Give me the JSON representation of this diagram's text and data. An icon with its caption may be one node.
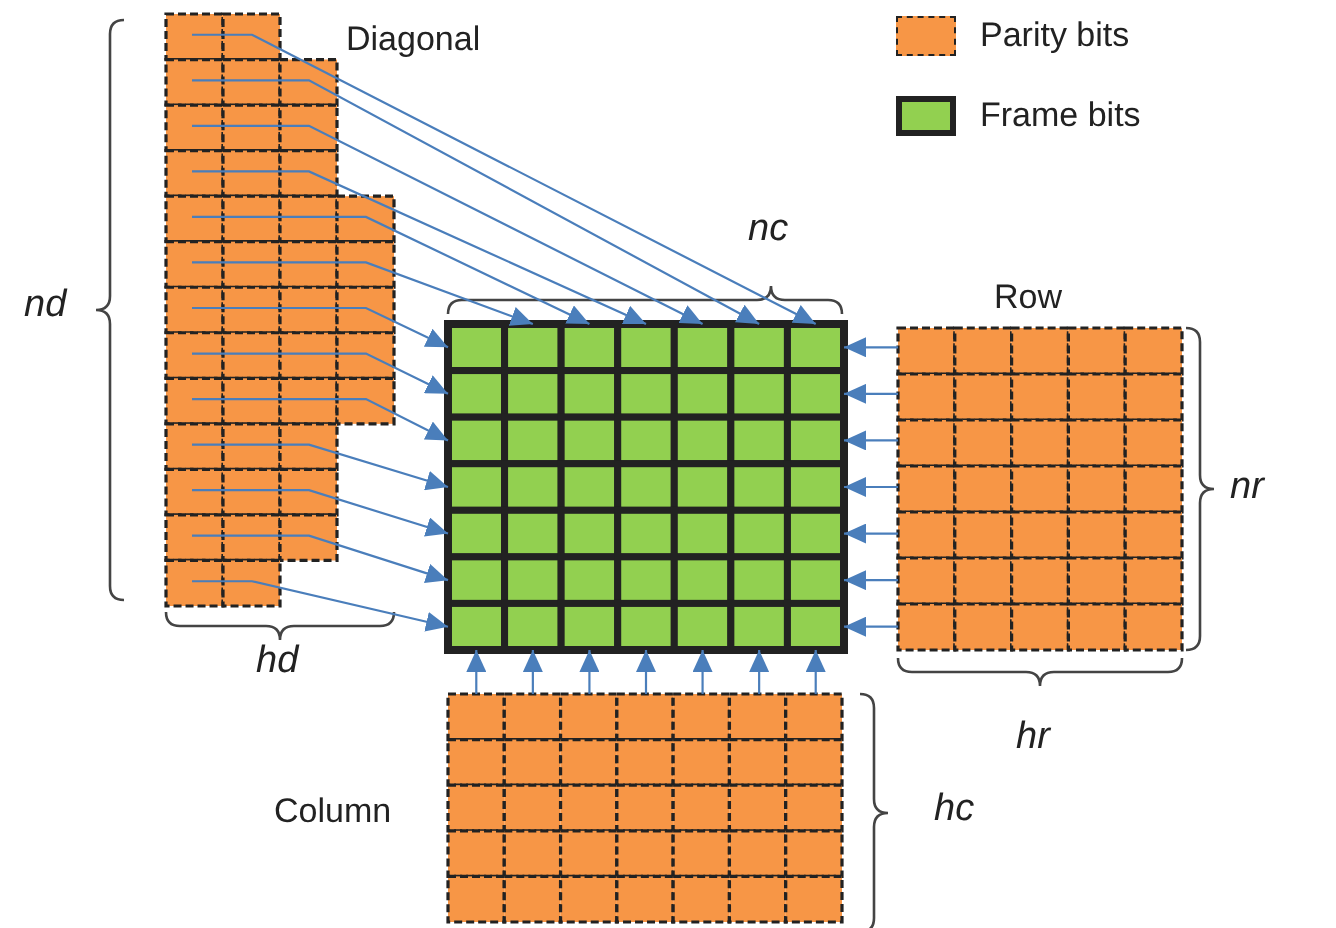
{
  "diagram": {
    "nodes": [
      {
        "text": [
          "Diagonal"
        ]
      },
      {
        "text": [],
        "shape": "box"
      },
      {
        "text": [
          "Row"
        ]
      },
      {
        "text": [
          "Column"
        ]
      }
    ],
    "edges": [
      {
        "from": 0,
        "to": 1,
        "arrow": "to"
      },
      {
        "from": 0,
        "to": 1,
        "arrow": "to"
      },
      {
        "from": 0,
        "to": 1,
        "arrow": "to"
      },
      {
        "from": 0,
        "to": 1,
        "arrow": "to"
      },
      {
        "from": 0,
        "to": 1,
        "arrow": "to"
      },
      {
        "from": 0,
        "to": 1,
        "arrow": "to"
      },
      {
        "from": 0,
        "to": 1,
        "arrow": "to"
      },
      {
        "from": 0,
        "to": 1,
        "arrow": "to"
      },
      {
        "from": 0,
        "to": 1,
        "arrow": "to"
      },
      {
        "from": 0,
        "to": 1,
        "arrow": "to"
      },
      {
        "from": 0,
        "to": 1,
        "arrow": "to"
      },
      {
        "from": 0,
        "to": 1,
        "arrow": "to"
      },
      {
        "from": 0,
        "to": 1,
        "arrow": "to"
      },
      {
        "from": 2,
        "to": 1,
        "arrow": "to"
      },
      {
        "from": 2,
        "to": 1,
        "arrow": "to"
      },
      {
        "from": 2,
        "to": 1,
        "arrow": "to"
      },
      {
        "from": 2,
        "to": 1,
        "arrow": "to"
      },
      {
        "from": 2,
        "to": 1,
        "arrow": "to"
      },
      {
        "from": 2,
        "to": 1,
        "arrow": "to"
      },
      {
        "from": 2,
        "to": 1,
        "arrow": "to"
      },
      {
        "from": 3,
        "to": 1,
        "arrow": "to"
      },
      {
        "from": 3,
        "to": 1,
        "arrow": "to"
      },
      {
        "from": 3,
        "to": 1,
        "arrow": "to"
      },
      {
        "from": 3,
        "to": 1,
        "arrow": "to"
      },
      {
        "from": 3,
        "to": 1,
        "arrow": "to"
      },
      {
        "from": 3,
        "to": 1,
        "arrow": "to"
      },
      {
        "from": 3,
        "to": 1,
        "arrow": "to"
      }
    ],
    "labels": [
      "nc",
      "nd",
      "nr",
      "hd",
      "hr",
      "hc"
    ],
    "legend": [
      {
        "text": "Parity bits",
        "color": "#f79646"
      },
      {
        "text": "Frame bits",
        "color": "#92d050"
      }
    ]
  }
}
